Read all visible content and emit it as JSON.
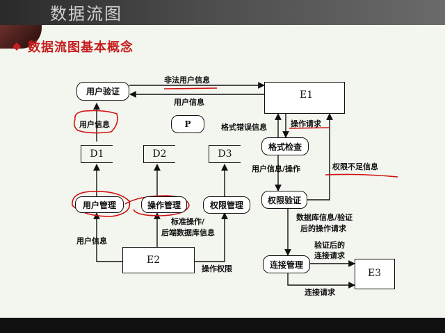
{
  "header": {
    "title": "数据流图"
  },
  "slide": {
    "title": "数据流图基本概念"
  },
  "diagram": {
    "processes": {
      "user_auth": "用户验证",
      "p": "P",
      "format_check": "格式检查",
      "permission_verify": "权限验证",
      "user_manage": "用户管理",
      "op_manage": "操作管理",
      "perm_manage": "权限管理",
      "conn_manage": "连接管理"
    },
    "entities": {
      "e1": "E1",
      "e2": "E2",
      "e3": "E3"
    },
    "stores": {
      "d1": "D1",
      "d2": "D2",
      "d3": "D3"
    },
    "flows": {
      "illegal_user_info": "非法用户信息",
      "user_info_to_auth": "用户信息",
      "user_info_d1": "用户信息",
      "format_error_info": "格式错误信息",
      "op_request": "操作请求",
      "user_info_op": "用户信息/操作",
      "perm_insufficient": "权限不足信息",
      "std_op_line1": "标准操作/",
      "std_op_line2": "后端数据库信息",
      "user_info_e2": "用户信息",
      "op_permission": "操作权限",
      "db_verify_line1": "数据库信息/验证",
      "db_verify_line2": "后的操作请求",
      "verified_conn_line1": "验证后的",
      "verified_conn_line2": "连接请求",
      "conn_request": "连接请求"
    }
  }
}
